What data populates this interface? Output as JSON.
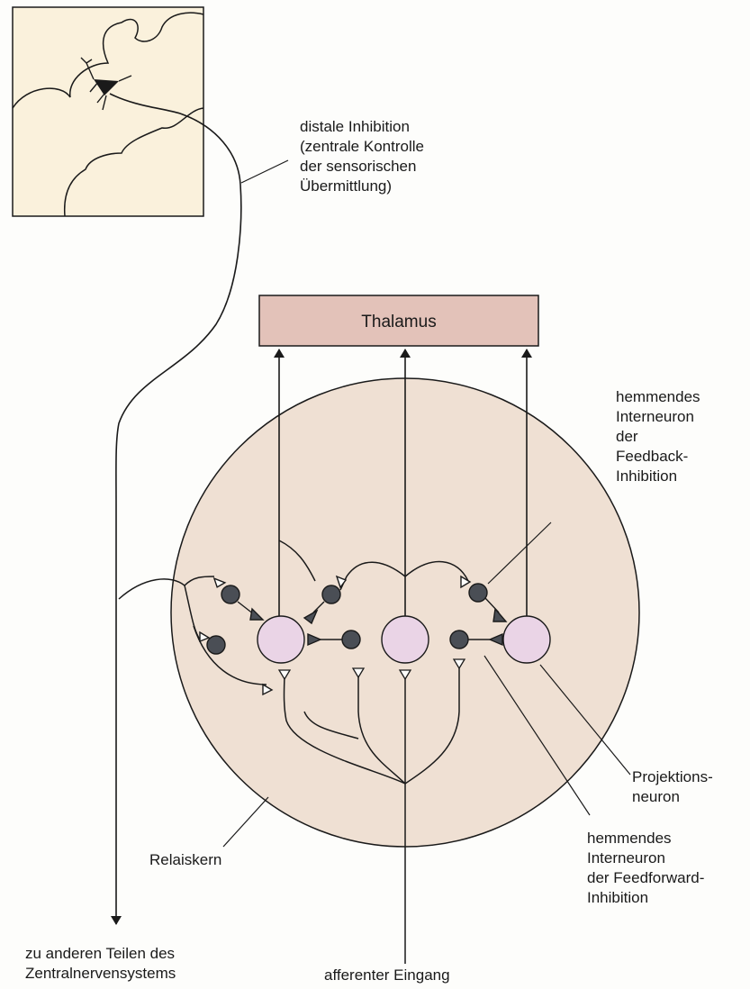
{
  "box_label": "Thalamus",
  "labels": {
    "distal": [
      "distale Inhibition",
      "(zentrale Kontrolle",
      "der sensorischen",
      "Übermittlung)"
    ],
    "feedback": [
      "hemmendes",
      "Interneuron",
      "der",
      "Feedback-",
      "Inhibition"
    ],
    "projektion": [
      "Projektions-",
      "neuron"
    ],
    "feedforward": [
      "hemmendes",
      "Interneuron",
      "der Feedforward-",
      "Inhibition"
    ],
    "relaiskern": "Relaiskern",
    "zns": [
      "zu anderen Teilen des",
      "Zentralnervensystems"
    ],
    "afferent": "afferenter Eingang"
  },
  "colors": {
    "cortex_fill": "#faf1dc",
    "thalamus_fill": "#e3c2b9",
    "nucleus_fill": "#efe0d3",
    "neuron_fill": "#ead4e6",
    "interneuron_fill": "#4a4e55",
    "line": "#1a1a1a"
  }
}
